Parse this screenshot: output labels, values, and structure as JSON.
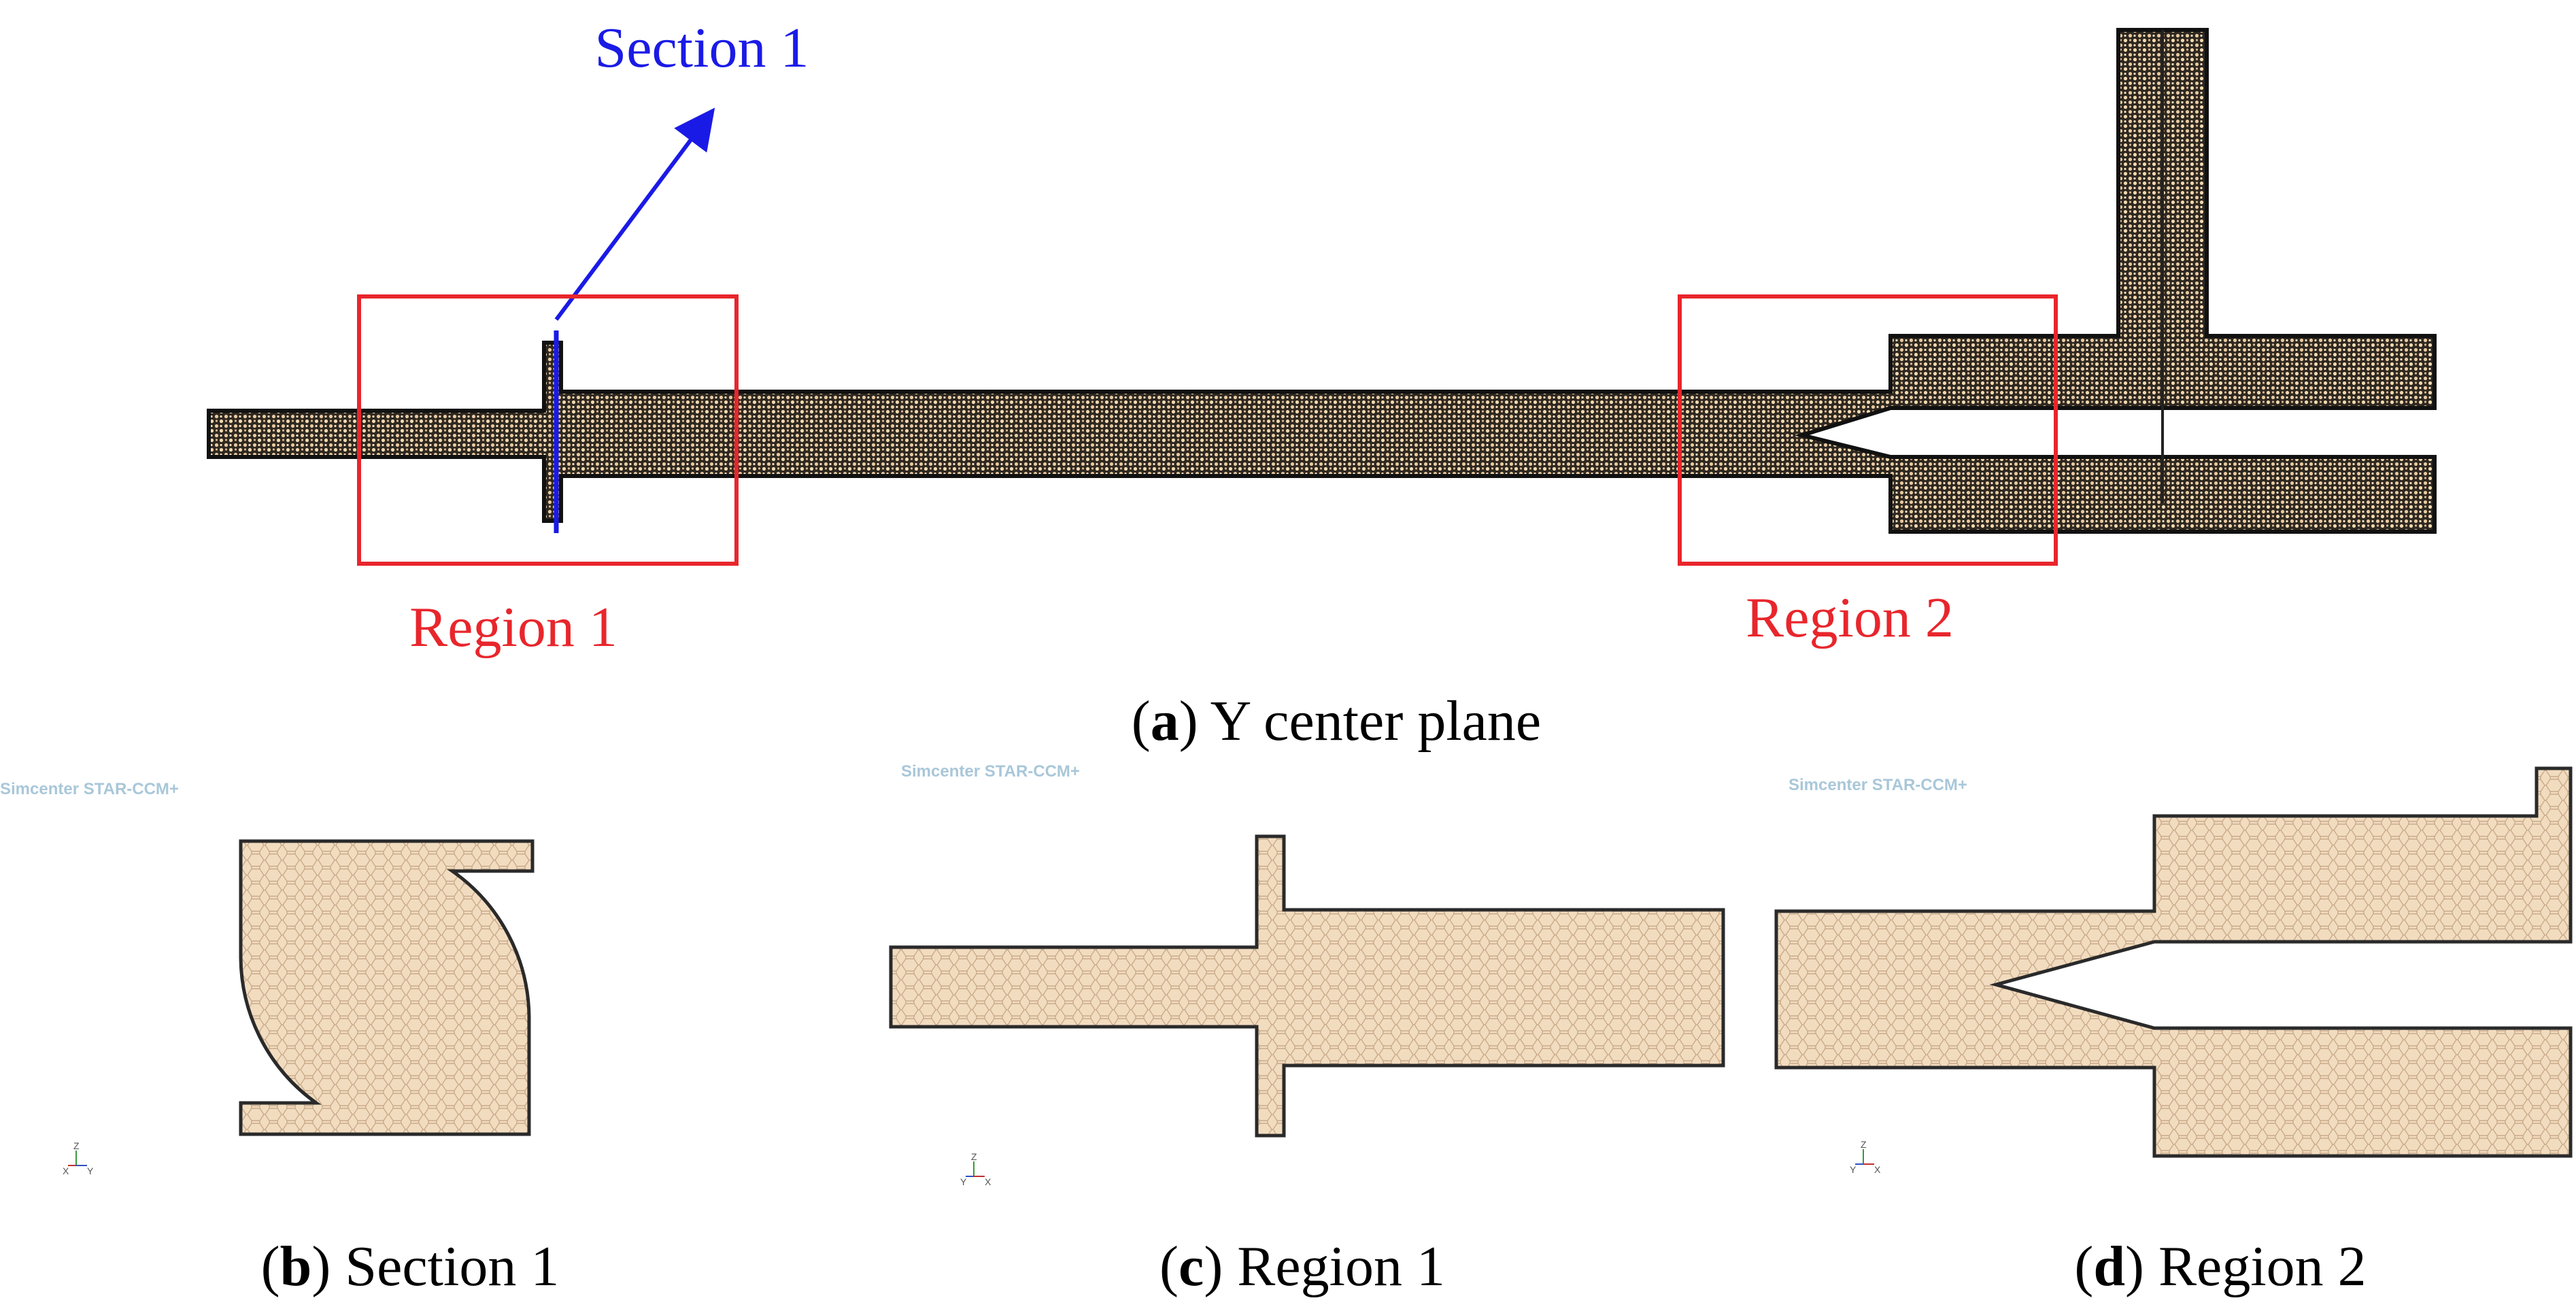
{
  "colors": {
    "mesh_dark": "#2e2820",
    "mesh_dot": "#f3d9b0",
    "mesh_light": "#f2dcc0",
    "mesh_cell_edge": "#c9ab8a",
    "mesh_border": "#2a2a2a",
    "region_box": "#e8262c",
    "section_line": "#1a1ae6"
  },
  "panel_a": {
    "section_label": "Section 1",
    "region1_label": "Region 1",
    "region2_label": "Region 2",
    "caption_letter": "a",
    "caption_text": "Y center plane"
  },
  "panel_b": {
    "watermark": "Simcenter STAR-CCM+",
    "triad": {
      "up": "Z",
      "left": "X",
      "right": "Y"
    },
    "caption_letter": "b",
    "caption_text": "Section 1"
  },
  "panel_c": {
    "watermark": "Simcenter STAR-CCM+",
    "triad": {
      "up": "Z",
      "left": "Y",
      "right": "X"
    },
    "caption_letter": "c",
    "caption_text": "Region 1"
  },
  "panel_d": {
    "watermark": "Simcenter STAR-CCM+",
    "triad": {
      "up": "Z",
      "left": "Y",
      "right": "X"
    },
    "caption_letter": "d",
    "caption_text": "Region 2"
  }
}
